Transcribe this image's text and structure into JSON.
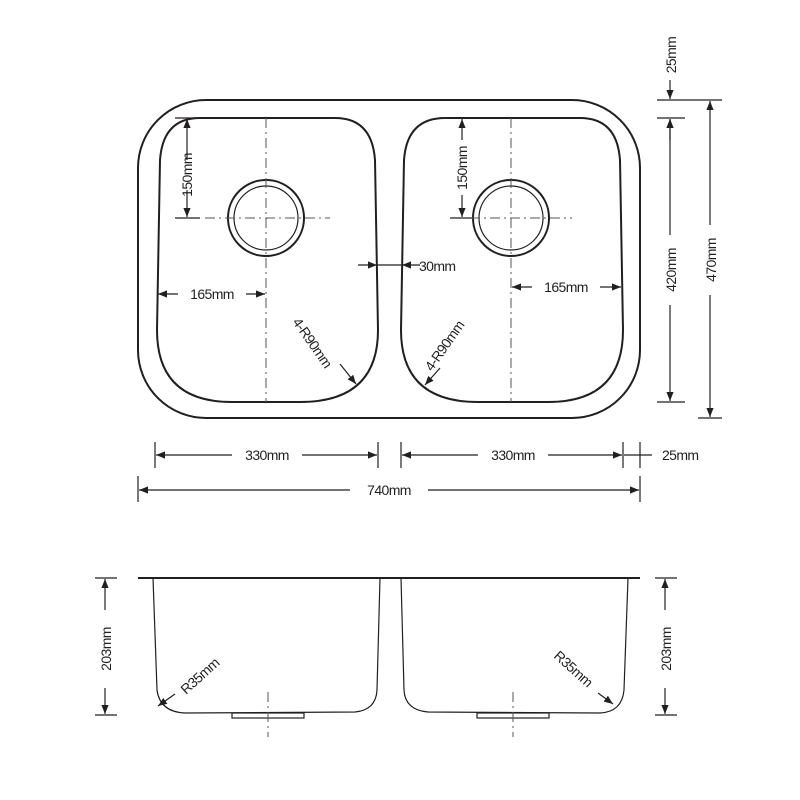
{
  "top_view": {
    "drain_offset_left": "150mm",
    "drain_offset_right": "150mm",
    "divider_width": "30mm",
    "drain_center_left": "165mm",
    "drain_center_right": "165mm",
    "corner_radius_left": "4-R90mm",
    "corner_radius_right": "4-R90mm",
    "rim_top": "25mm",
    "bowl_length": "420mm",
    "overall_length": "470mm",
    "bowl_width_left": "330mm",
    "bowl_width_right": "330mm",
    "rim_side": "25mm",
    "overall_width": "740mm"
  },
  "side_view": {
    "depth_left": "203mm",
    "depth_right": "203mm",
    "radius_left": "R35mm",
    "radius_right": "R35mm"
  }
}
